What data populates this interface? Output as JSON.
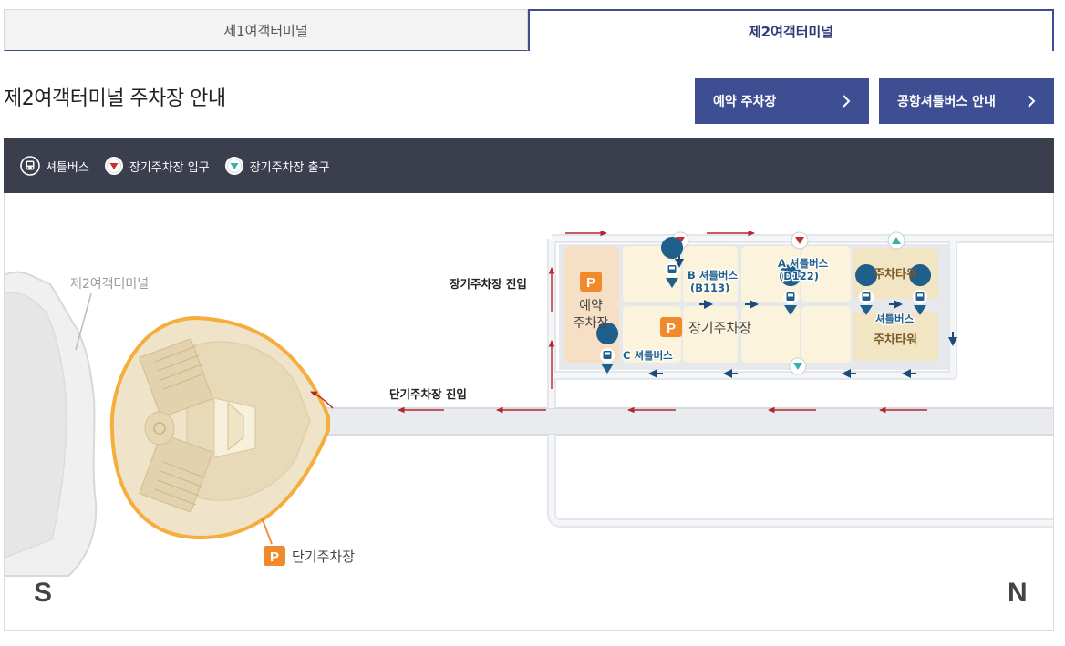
{
  "tabs": [
    {
      "label": "제1여객터미널",
      "active": false
    },
    {
      "label": "제2여객터미널",
      "active": true
    }
  ],
  "page": {
    "title": "제2여객터미널 주차장 안내"
  },
  "buttons": {
    "reserve_label": "예약 주차장",
    "shuttle_label": "공항셔틀버스 안내"
  },
  "legend": {
    "shuttle": "셔틀버스",
    "entrance": "장기주차장 입구",
    "exit": "장기주차장 출구"
  },
  "map": {
    "terminal_label": "제2여객터미널",
    "long_term_entry": "장기주차장 진입",
    "short_term_entry": "단기주차장 진입",
    "reserved_line1": "예약",
    "reserved_line2": "주차장",
    "p_mark": "P",
    "long_term_lot": "장기주차장",
    "short_term_lot": "단기주차장",
    "tower1": "주차타워",
    "tower2": "주차타워",
    "shuttle_b_line1": "B 셔틀버스",
    "shuttle_b_line2": "(B113)",
    "shuttle_a_line1": "A 셔틀버스",
    "shuttle_a_line2": "(D122)",
    "shuttle_c": "C 셔틀버스",
    "shuttle_tower": "셔틀버스",
    "south": "S",
    "north": "N"
  },
  "colors": {
    "brand": "#3e4e93",
    "legend_bg": "#3a3e4d",
    "orange": "#f08a2a",
    "arrow_red": "#b3262b",
    "arrow_blue": "#1e4a78",
    "pin_blue": "#1f5f8b",
    "exit_teal": "#33b3a5"
  }
}
